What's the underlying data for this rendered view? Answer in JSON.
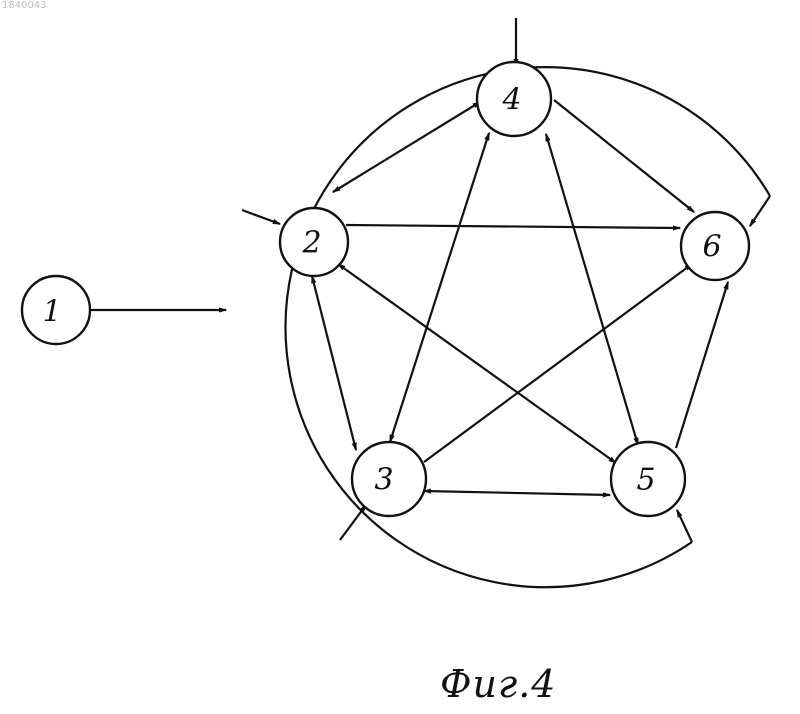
{
  "stamp": "1840043",
  "caption": "Фиг.4",
  "nodes": [
    {
      "id": "1",
      "label": "1"
    },
    {
      "id": "2",
      "label": "2"
    },
    {
      "id": "3",
      "label": "3"
    },
    {
      "id": "4",
      "label": "4"
    },
    {
      "id": "5",
      "label": "5"
    },
    {
      "id": "6",
      "label": "6"
    }
  ],
  "edges": [
    {
      "from": "1",
      "to": "enclosure"
    },
    {
      "from": "2",
      "to": "4",
      "bidirectional": true
    },
    {
      "from": "2",
      "to": "3",
      "bidirectional": true
    },
    {
      "from": "2",
      "to": "6"
    },
    {
      "from": "2",
      "to": "5"
    },
    {
      "from": "4",
      "to": "6"
    },
    {
      "from": "4",
      "to": "3"
    },
    {
      "from": "4",
      "to": "5",
      "bidirectional": true
    },
    {
      "from": "3",
      "to": "5",
      "bidirectional": true
    },
    {
      "from": "3",
      "to": "6"
    },
    {
      "from": "5",
      "to": "6"
    },
    {
      "from": "enclosure",
      "to": "2"
    },
    {
      "from": "enclosure",
      "to": "3"
    },
    {
      "from": "enclosure",
      "to": "4"
    },
    {
      "from": "enclosure",
      "to": "5"
    },
    {
      "from": "enclosure",
      "to": "6"
    }
  ]
}
